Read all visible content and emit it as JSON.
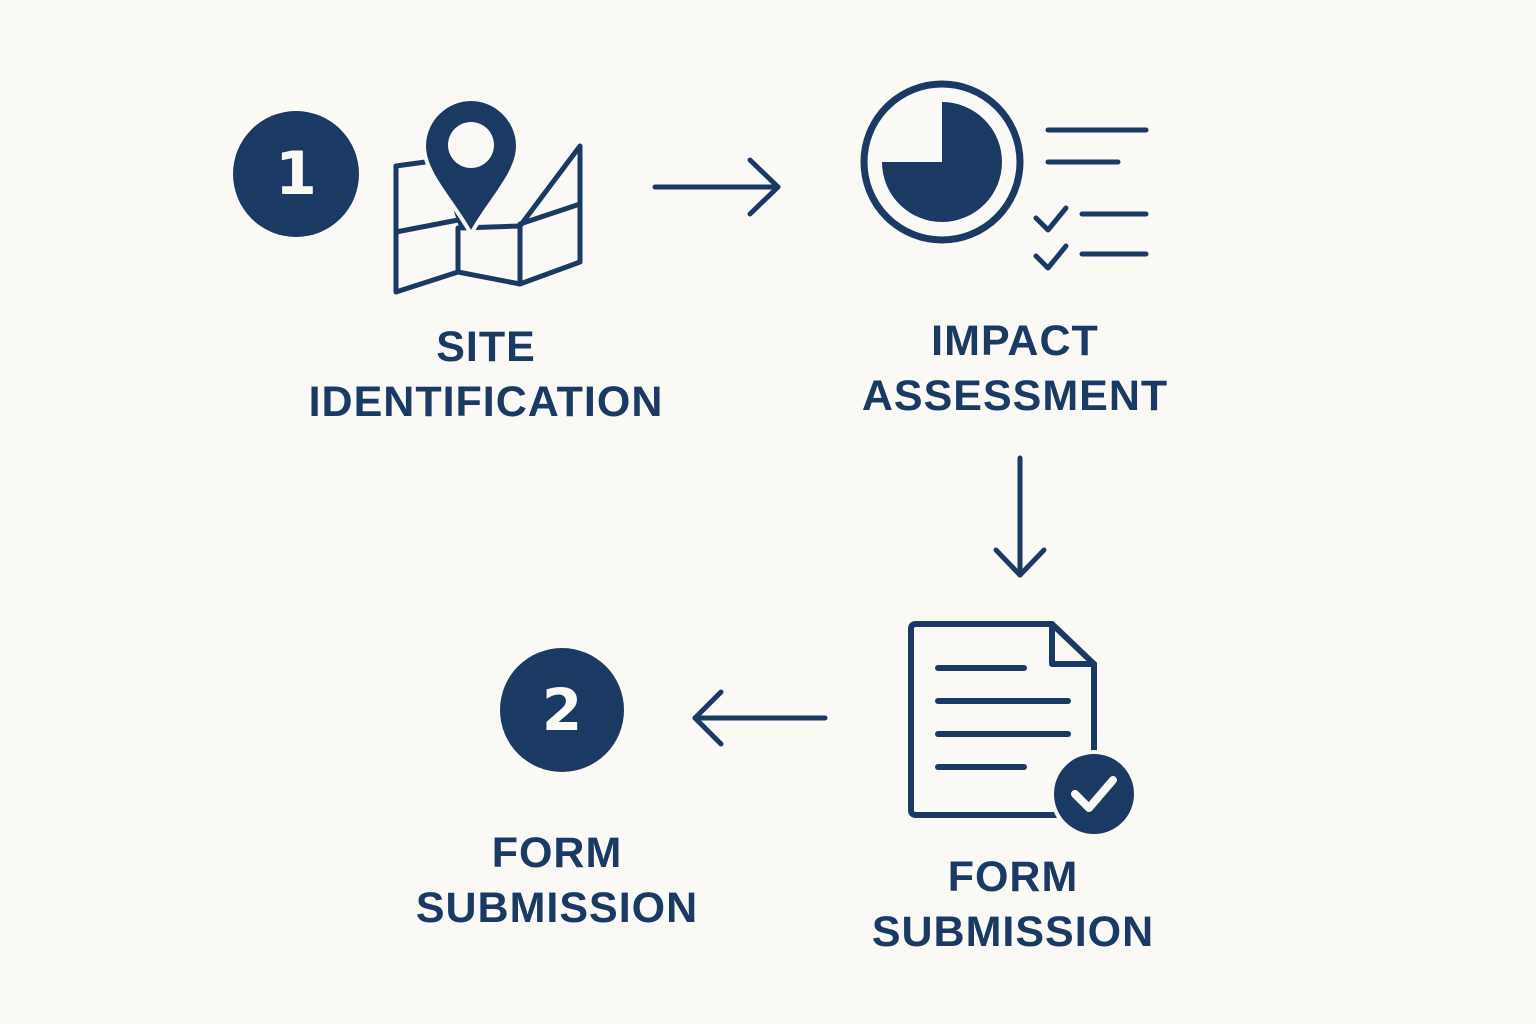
{
  "colors": {
    "primary": "#1b3a63",
    "background": "#faf9f5"
  },
  "steps": [
    {
      "badge": "1",
      "icon": "map-pin-icon",
      "label_lines": [
        "SITE",
        "IDENTIFICATION"
      ]
    },
    {
      "icon": "chart-checklist-icon",
      "label_lines": [
        "IMPACT",
        "ASSESSMENT"
      ]
    },
    {
      "icon": "document-check-icon",
      "label_lines": [
        "FORM",
        "SUBMISSION"
      ]
    },
    {
      "badge": "2",
      "label_lines": [
        "FORM",
        "SUBMISSION"
      ]
    }
  ],
  "arrows": [
    "arrow-right-icon",
    "arrow-down-icon",
    "arrow-left-icon"
  ]
}
